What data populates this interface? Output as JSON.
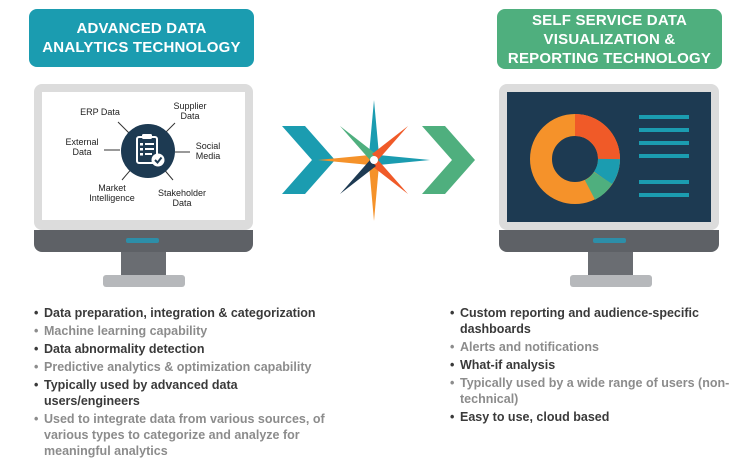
{
  "left": {
    "title_line1": "ADVANCED DATA",
    "title_line2": "ANALYTICS TECHNOLOGY",
    "sources": {
      "erp": "ERP Data",
      "supplier_line1": "Supplier",
      "supplier_line2": "Data",
      "external_line1": "External",
      "external_line2": "Data",
      "social_line1": "Social",
      "social_line2": "Media",
      "market_line1": "Market",
      "market_line2": "Intelligence",
      "stakeholder_line1": "Stakeholder",
      "stakeholder_line2": "Data"
    },
    "bullets": [
      "Data preparation, integration & categorization",
      "Machine learning capability",
      "Data abnormality detection",
      "Predictive analytics & optimization capability",
      "Typically used by advanced data users/engineers",
      "Used to integrate data from various sources, of various types to categorize and analyze for meaningful analytics"
    ]
  },
  "right": {
    "title_line1": "SELF SERVICE DATA",
    "title_line2": "VISUALIZATION &",
    "title_line3": "REPORTING TECHNOLOGY",
    "bullets": [
      "Custom reporting and audience-specific dashboards",
      "Alerts and notifications",
      "What-if analysis",
      "Typically used by a wide range of users (non-technical)",
      "Easy to use, cloud based"
    ]
  },
  "colors": {
    "teal": "#1b9cb0",
    "green": "#4faf7e",
    "orange": "#f5922a",
    "red_orange": "#f05a28",
    "navy": "#1d3a52"
  },
  "icons": [
    "clipboard-check-icon",
    "chevron-right-icon",
    "compass-star-icon",
    "donut-chart-icon"
  ]
}
